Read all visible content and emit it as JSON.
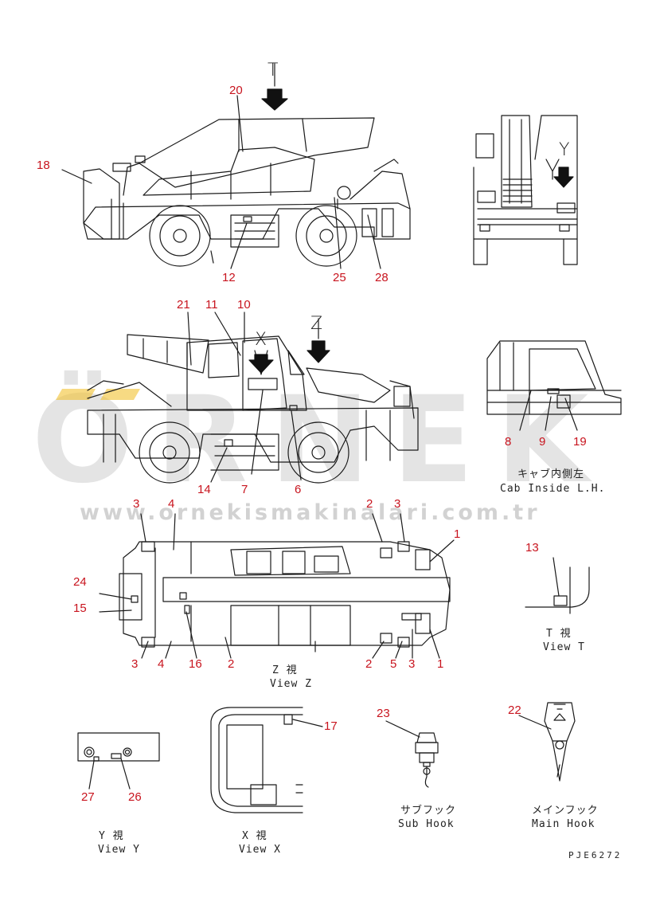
{
  "watermark": {
    "logo_text": "ÖRNEK",
    "url": "www.ornekismakinalari.com.tr"
  },
  "drawing_code": "PJE6272",
  "captions": {
    "cab_inside_jp": "キャブ内側左",
    "cab_inside_en": "Cab Inside L.H.",
    "view_t_jp": "T  視",
    "view_t_en": "View T",
    "view_z_jp": "Z  視",
    "view_z_en": "View Z",
    "view_y_jp": "Y  視",
    "view_y_en": "View Y",
    "view_x_jp": "X  視",
    "view_x_en": "View X",
    "sub_hook_jp": "サブフック",
    "sub_hook_en": "Sub Hook",
    "main_hook_jp": "メインフック",
    "main_hook_en": "Main Hook"
  },
  "view_markers": {
    "t": "T",
    "y": "Y",
    "z": "Z",
    "x": "X"
  },
  "part_numbers": {
    "p20": "20",
    "p18": "18",
    "p12": "12",
    "p25": "25",
    "p28": "28",
    "p21": "21",
    "p11": "11",
    "p10": "10",
    "p8": "8",
    "p9": "9",
    "p19": "19",
    "p14": "14",
    "p7": "7",
    "p6": "6",
    "p3a": "3",
    "p4a": "4",
    "p2a": "2",
    "p3b": "3",
    "p1a": "1",
    "p24": "24",
    "p15": "15",
    "p13": "13",
    "p3c": "3",
    "p4b": "4",
    "p16": "16",
    "p2b": "2",
    "p2c": "2",
    "p5": "5",
    "p3d": "3",
    "p1b": "1",
    "p17": "17",
    "p23": "23",
    "p22": "22",
    "p27": "27",
    "p26": "26"
  },
  "colors": {
    "callout": "#c8141e",
    "line": "#1a1a1a",
    "watermark_gray": "#cfcfcf",
    "watermark_yellow": "#f2c230"
  }
}
